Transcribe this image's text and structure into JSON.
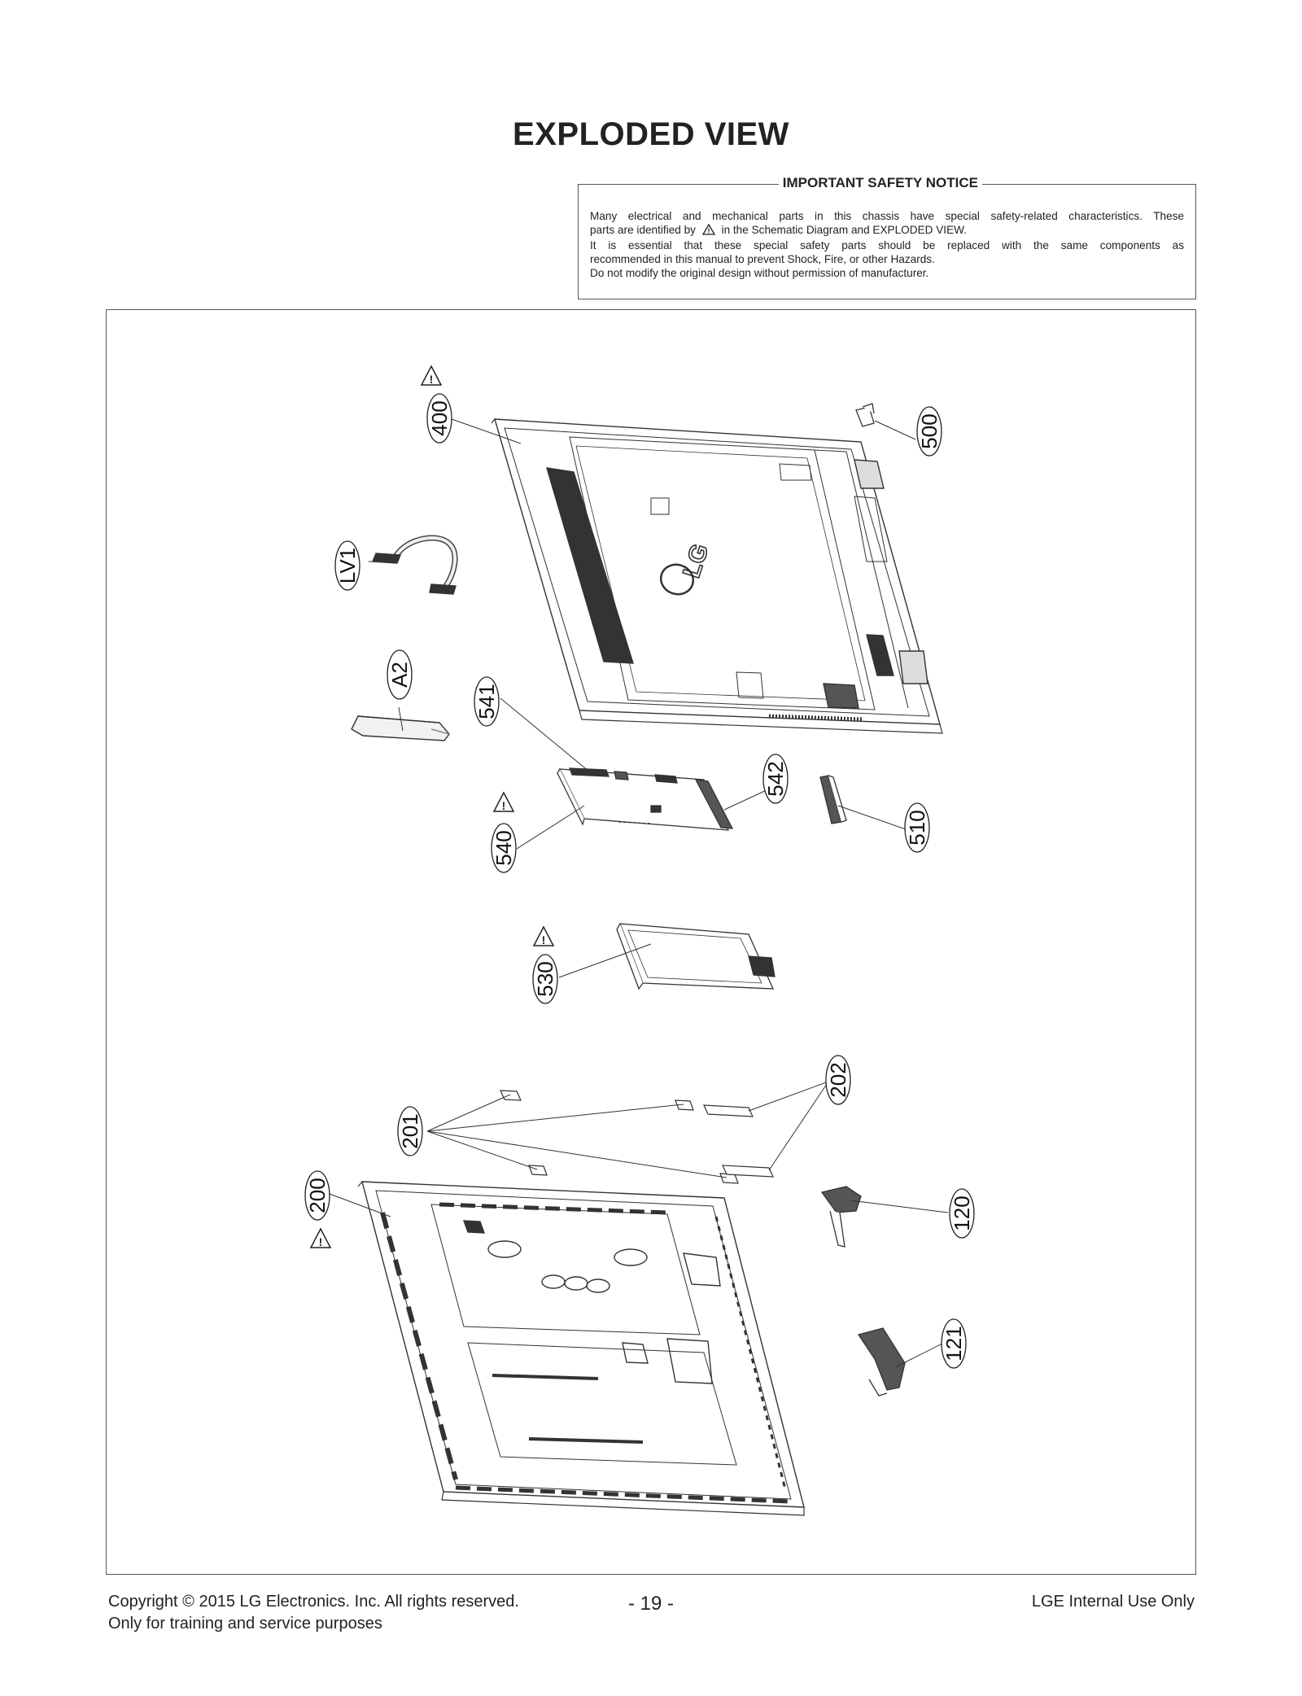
{
  "title": "EXPLODED VIEW",
  "notice": {
    "heading": "IMPORTANT SAFETY NOTICE",
    "line1": "Many electrical and mechanical parts in this chassis have special safety-related characteristics. These",
    "line2a": "parts are identified by",
    "line2b": "in the Schematic Diagram and EXPLODED VIEW.",
    "line3": "It is essential that these special safety parts should be replaced with the same components as",
    "line4": "recommended in this manual to prevent Shock, Fire, or other Hazards.",
    "line5": "Do not modify the original design without permission of manufacturer."
  },
  "callouts": {
    "c400": "400",
    "c500": "500",
    "lv1": "LV1",
    "a2": "A2",
    "c541": "541",
    "c542": "542",
    "c510": "510",
    "c540": "540",
    "c530": "530",
    "c202": "202",
    "c201": "201",
    "c200": "200",
    "c120": "120",
    "c121": "121"
  },
  "back_cover_logo": "LG",
  "footer": {
    "copyright": "Copyright  © 2015  LG Electronics. Inc. All rights reserved.",
    "purpose": "Only for training and service purposes",
    "page": "- 19 -",
    "internal": "LGE Internal Use Only"
  }
}
